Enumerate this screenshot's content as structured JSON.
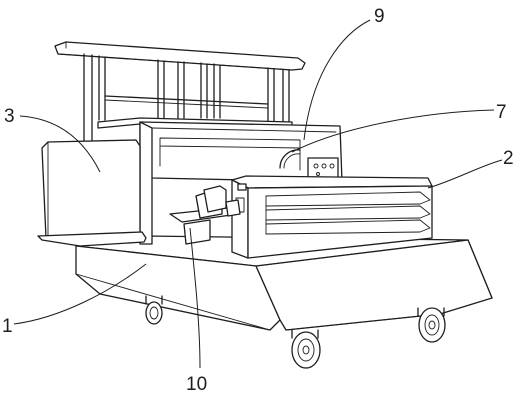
{
  "callouts": {
    "c1": "1",
    "c2": "2",
    "c3": "3",
    "c7": "7",
    "c9": "9",
    "c10": "10"
  }
}
